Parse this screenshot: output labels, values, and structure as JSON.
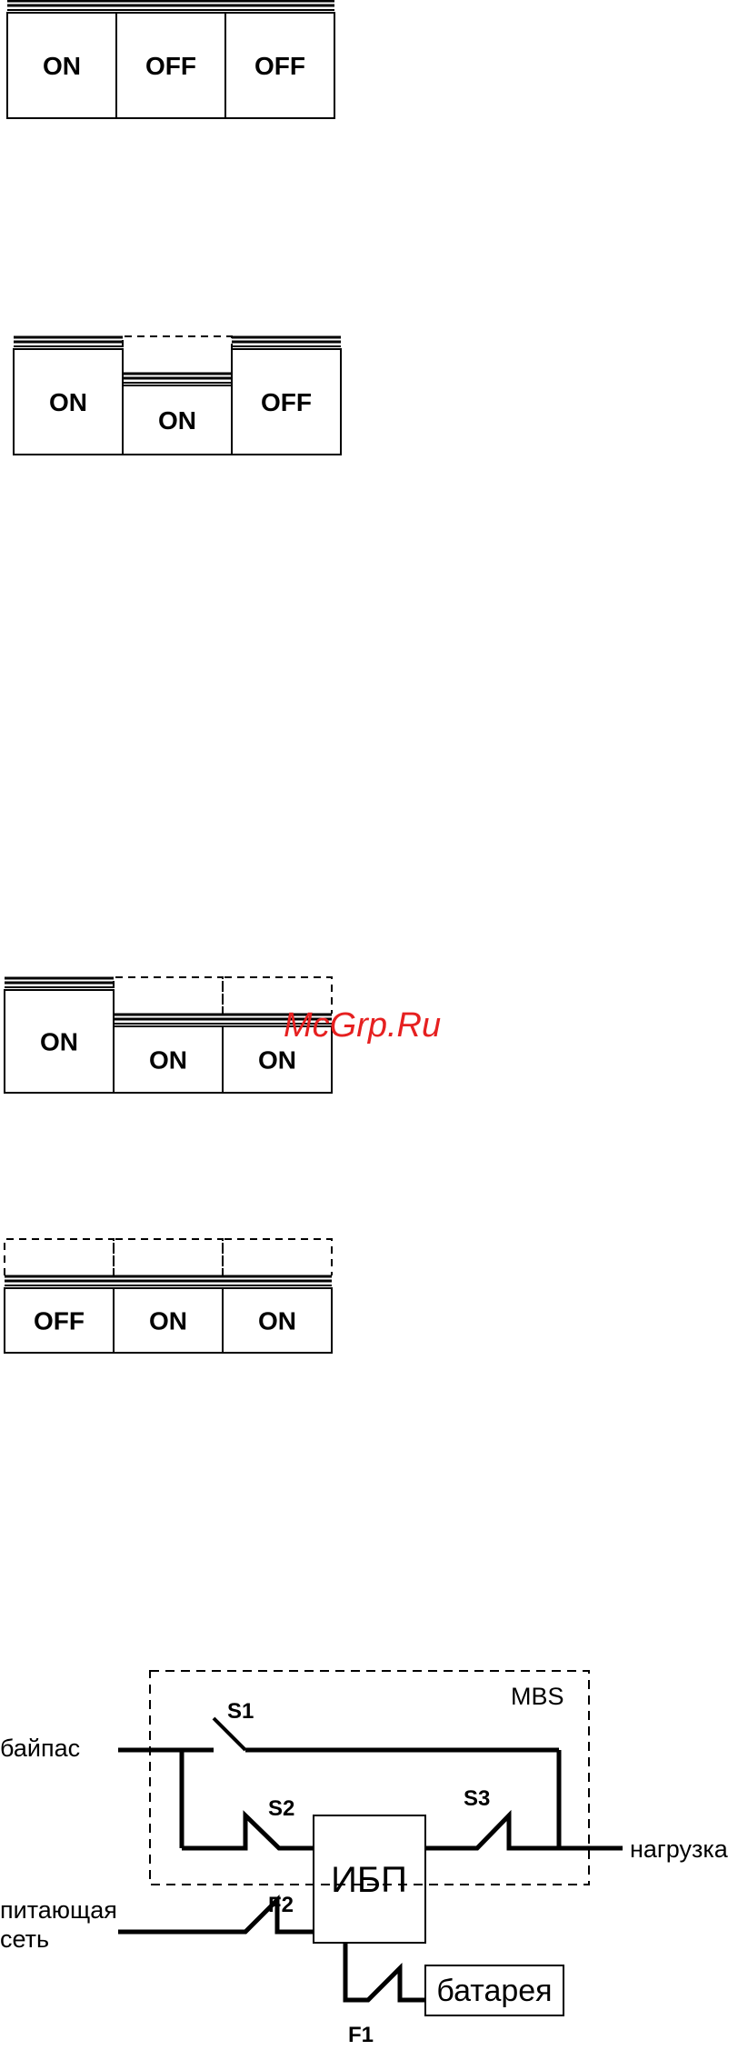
{
  "switch_panels": [
    {
      "id": "panel-1",
      "switches": [
        {
          "label": "ON",
          "pushed": false
        },
        {
          "label": "OFF",
          "pushed": false
        },
        {
          "label": "OFF",
          "pushed": false
        }
      ]
    },
    {
      "id": "panel-2",
      "switches": [
        {
          "label": "ON",
          "pushed": false
        },
        {
          "label": "ON",
          "pushed": true
        },
        {
          "label": "OFF",
          "pushed": false
        }
      ]
    },
    {
      "id": "panel-3",
      "switches": [
        {
          "label": "ON",
          "pushed": false
        },
        {
          "label": "ON",
          "pushed": true
        },
        {
          "label": "ON",
          "pushed": true
        }
      ]
    },
    {
      "id": "panel-4",
      "switches": [
        {
          "label": "OFF",
          "pushed": true
        },
        {
          "label": "ON",
          "pushed": true
        },
        {
          "label": "ON",
          "pushed": true
        }
      ]
    }
  ],
  "watermark": "McGrp.Ru",
  "diagram": {
    "enclosure_label": "MBS",
    "bypass_label": "байпас",
    "load_label": "нагрузка",
    "mains_label_line1": "питающая",
    "mains_label_line2": "сеть",
    "ups_label": "ИБП",
    "battery_label": "батарея",
    "switch_s1": "S1",
    "switch_s2": "S2",
    "switch_s3": "S3",
    "fuse_f1": "F1",
    "fuse_f2": "F2"
  }
}
